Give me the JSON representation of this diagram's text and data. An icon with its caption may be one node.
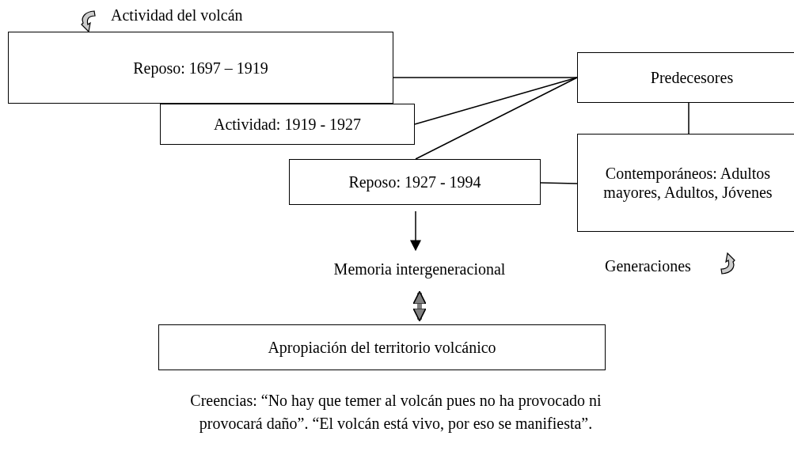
{
  "diagram": {
    "nodes": [
      {
        "text": [
          "Reposo: 1697 – 1919"
        ]
      },
      {
        "text": [
          "Actividad: 1919 - 1927"
        ]
      },
      {
        "text": [
          "Reposo: 1927 - 1994"
        ]
      },
      {
        "text": [
          "Predecesores"
        ]
      },
      {
        "text": [
          "Contemporáneos: Adultos mayores, Adultos, Jóvenes"
        ]
      },
      {
        "text": [
          "Memoria intergeneracional"
        ]
      },
      {
        "text": [
          "Apropiación del territorio volcánico"
        ]
      }
    ],
    "edges": [
      {
        "from": 0,
        "to": 3,
        "arrow": "none"
      },
      {
        "from": 1,
        "to": 3,
        "arrow": "none"
      },
      {
        "from": 2,
        "to": 3,
        "arrow": "none"
      },
      {
        "from": 3,
        "to": 4,
        "arrow": "none"
      },
      {
        "from": 2,
        "to": 4,
        "arrow": "none"
      },
      {
        "from": 2,
        "to": 5,
        "arrow": "to"
      },
      {
        "from": 5,
        "to": 6,
        "arrow": "both",
        "style": "thick",
        "color": "#808080"
      }
    ],
    "labels": [
      "Actividad del volcán",
      "Generaciones",
      "Creencias: “No hay que temer al volcán pues no ha provocado ni provocará daño”. “El volcán está vivo, por eso se manifiesta”."
    ]
  }
}
